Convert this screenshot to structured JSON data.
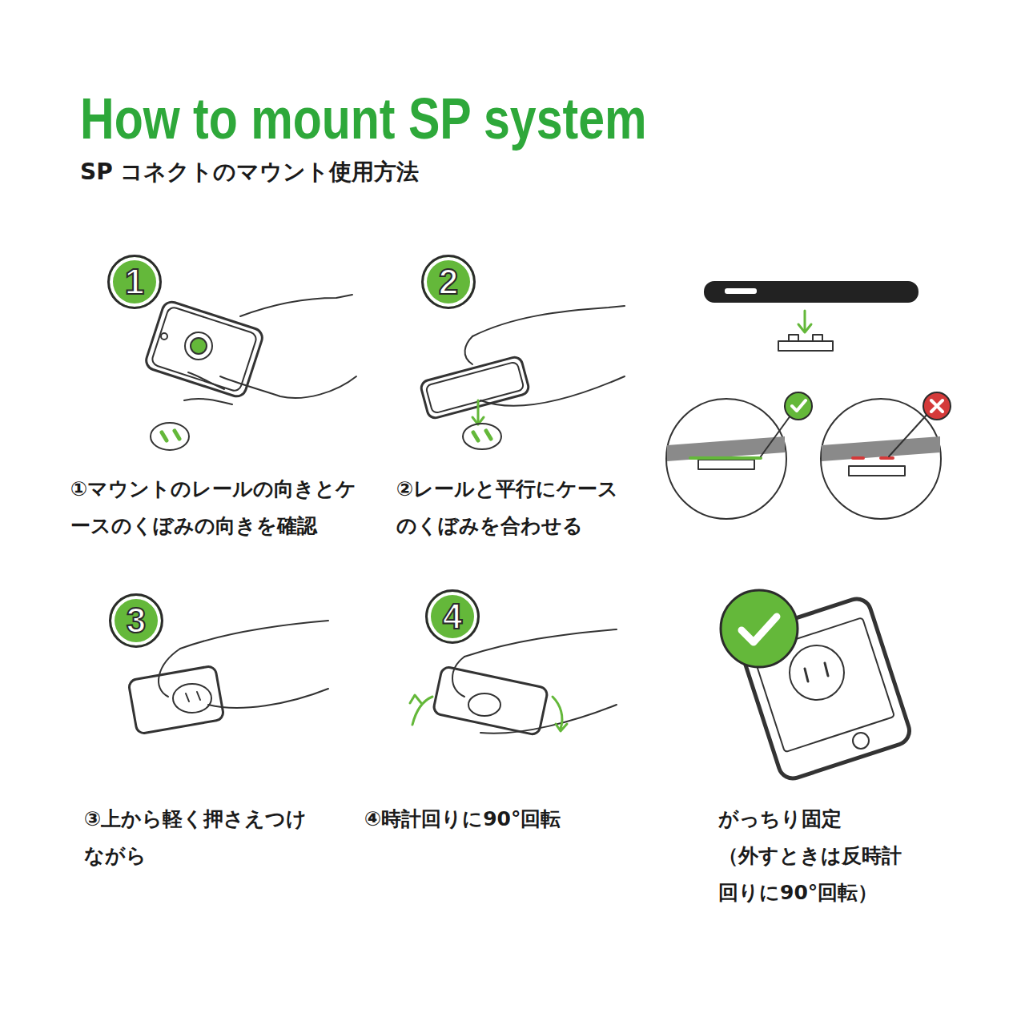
{
  "diagram": {
    "title": "How to mount SP system",
    "nodes": [
      {
        "text": [
          "1"
        ]
      },
      {
        "text": [
          "2"
        ]
      },
      {
        "text": [
          "3"
        ]
      },
      {
        "text": [
          "4"
        ]
      }
    ],
    "labels": [
      "SP コネクトのマウント使用方法",
      "①マウントのレールの向きとケースのくぼみの向きを確認",
      "②レールと平行にケースのくぼみを合わせる",
      "③上から軽く押さえつけながら",
      "④時計回りに90°回転",
      "がっちり固定",
      "（外すときは反時計回りに90°回転）"
    ]
  }
}
